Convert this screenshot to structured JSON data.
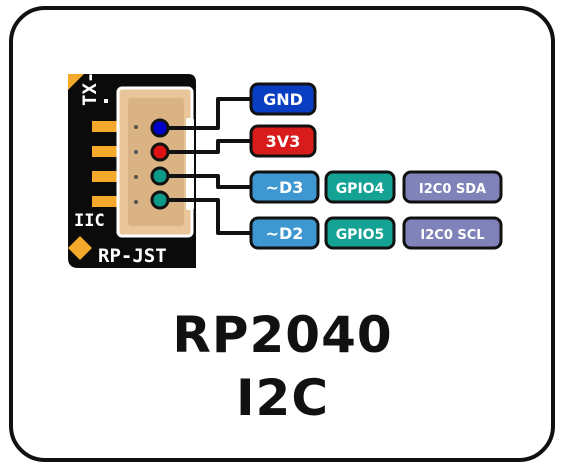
{
  "board": {
    "silkscreen_top": "TX-",
    "silkscreen_iic": "IIC",
    "silkscreen_connector": "RP-JST",
    "board_color": "#0b0b0b",
    "connector_color": "#e8c69a",
    "pad_color": "#f4a92a"
  },
  "pins": [
    {
      "name": "GND",
      "wire_color": "#0000cc",
      "labels": [
        {
          "text": "GND",
          "fill": "#0a3ec2",
          "text_color": "#ffffff"
        }
      ]
    },
    {
      "name": "3V3",
      "wire_color": "#dd1111",
      "labels": [
        {
          "text": "3V3",
          "fill": "#d81b1b",
          "text_color": "#ffffff"
        }
      ]
    },
    {
      "name": "D3",
      "wire_color": "#0e9a8a",
      "labels": [
        {
          "text": "~D3",
          "fill": "#3f97d1",
          "text_color": "#ffffff"
        },
        {
          "text": "GPIO4",
          "fill": "#14a294",
          "text_color": "#ffffff"
        },
        {
          "text": "I2C0 SDA",
          "fill": "#7f83ba",
          "text_color": "#ffffff"
        }
      ]
    },
    {
      "name": "D2",
      "wire_color": "#0e9a8a",
      "labels": [
        {
          "text": "~D2",
          "fill": "#3f97d1",
          "text_color": "#ffffff"
        },
        {
          "text": "GPIO5",
          "fill": "#14a294",
          "text_color": "#ffffff"
        },
        {
          "text": "I2C0 SCL",
          "fill": "#7f83ba",
          "text_color": "#ffffff"
        }
      ]
    }
  ],
  "title": {
    "line1": "RP2040",
    "line2": "I2C"
  }
}
